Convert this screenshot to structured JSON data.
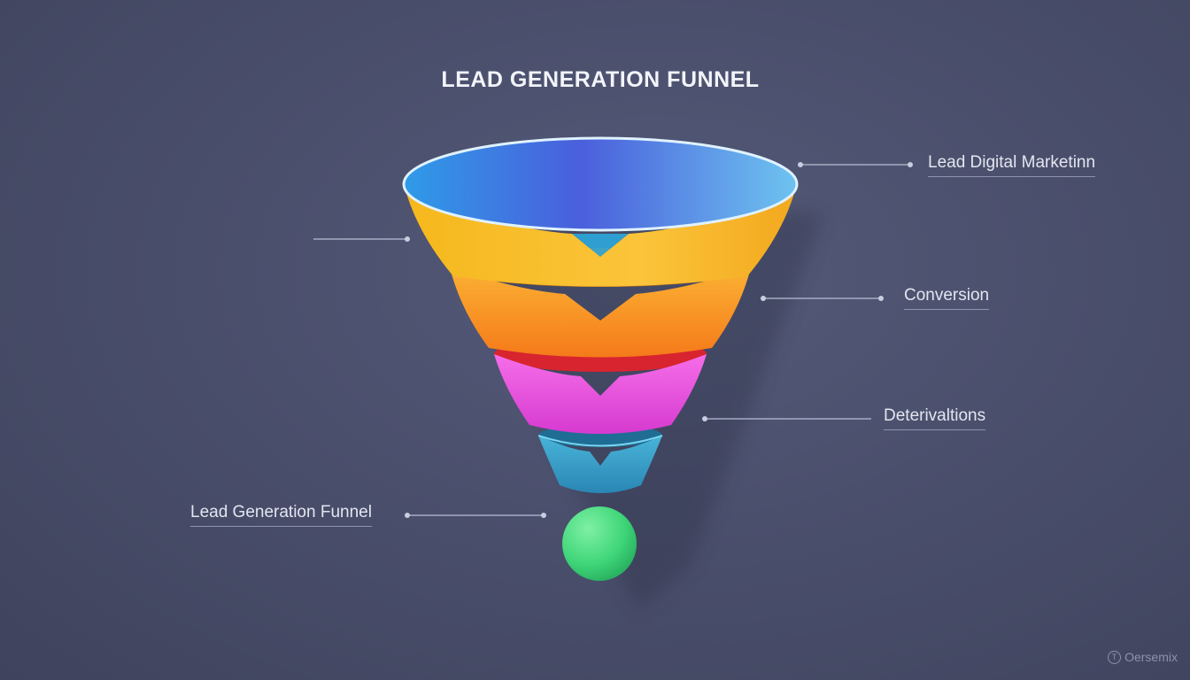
{
  "title": "LEAD GENERATION FUNNEL",
  "callouts": {
    "right_1": "Lead Digital Marketinn",
    "right_2": "Conversion",
    "right_3": "Deterivaltions",
    "left_1": "Lead Generation Funnel"
  },
  "watermark": "Oersemix",
  "colors": {
    "background": "#4a4f6c",
    "funnel_top_opening": "#3b7fe0",
    "stage_1": "#f7b72a",
    "stage_2": "#f78c1f",
    "stage_3": "#e646d8",
    "stage_4": "#3aa0c8",
    "endpoint_ball": "#3fd679"
  }
}
